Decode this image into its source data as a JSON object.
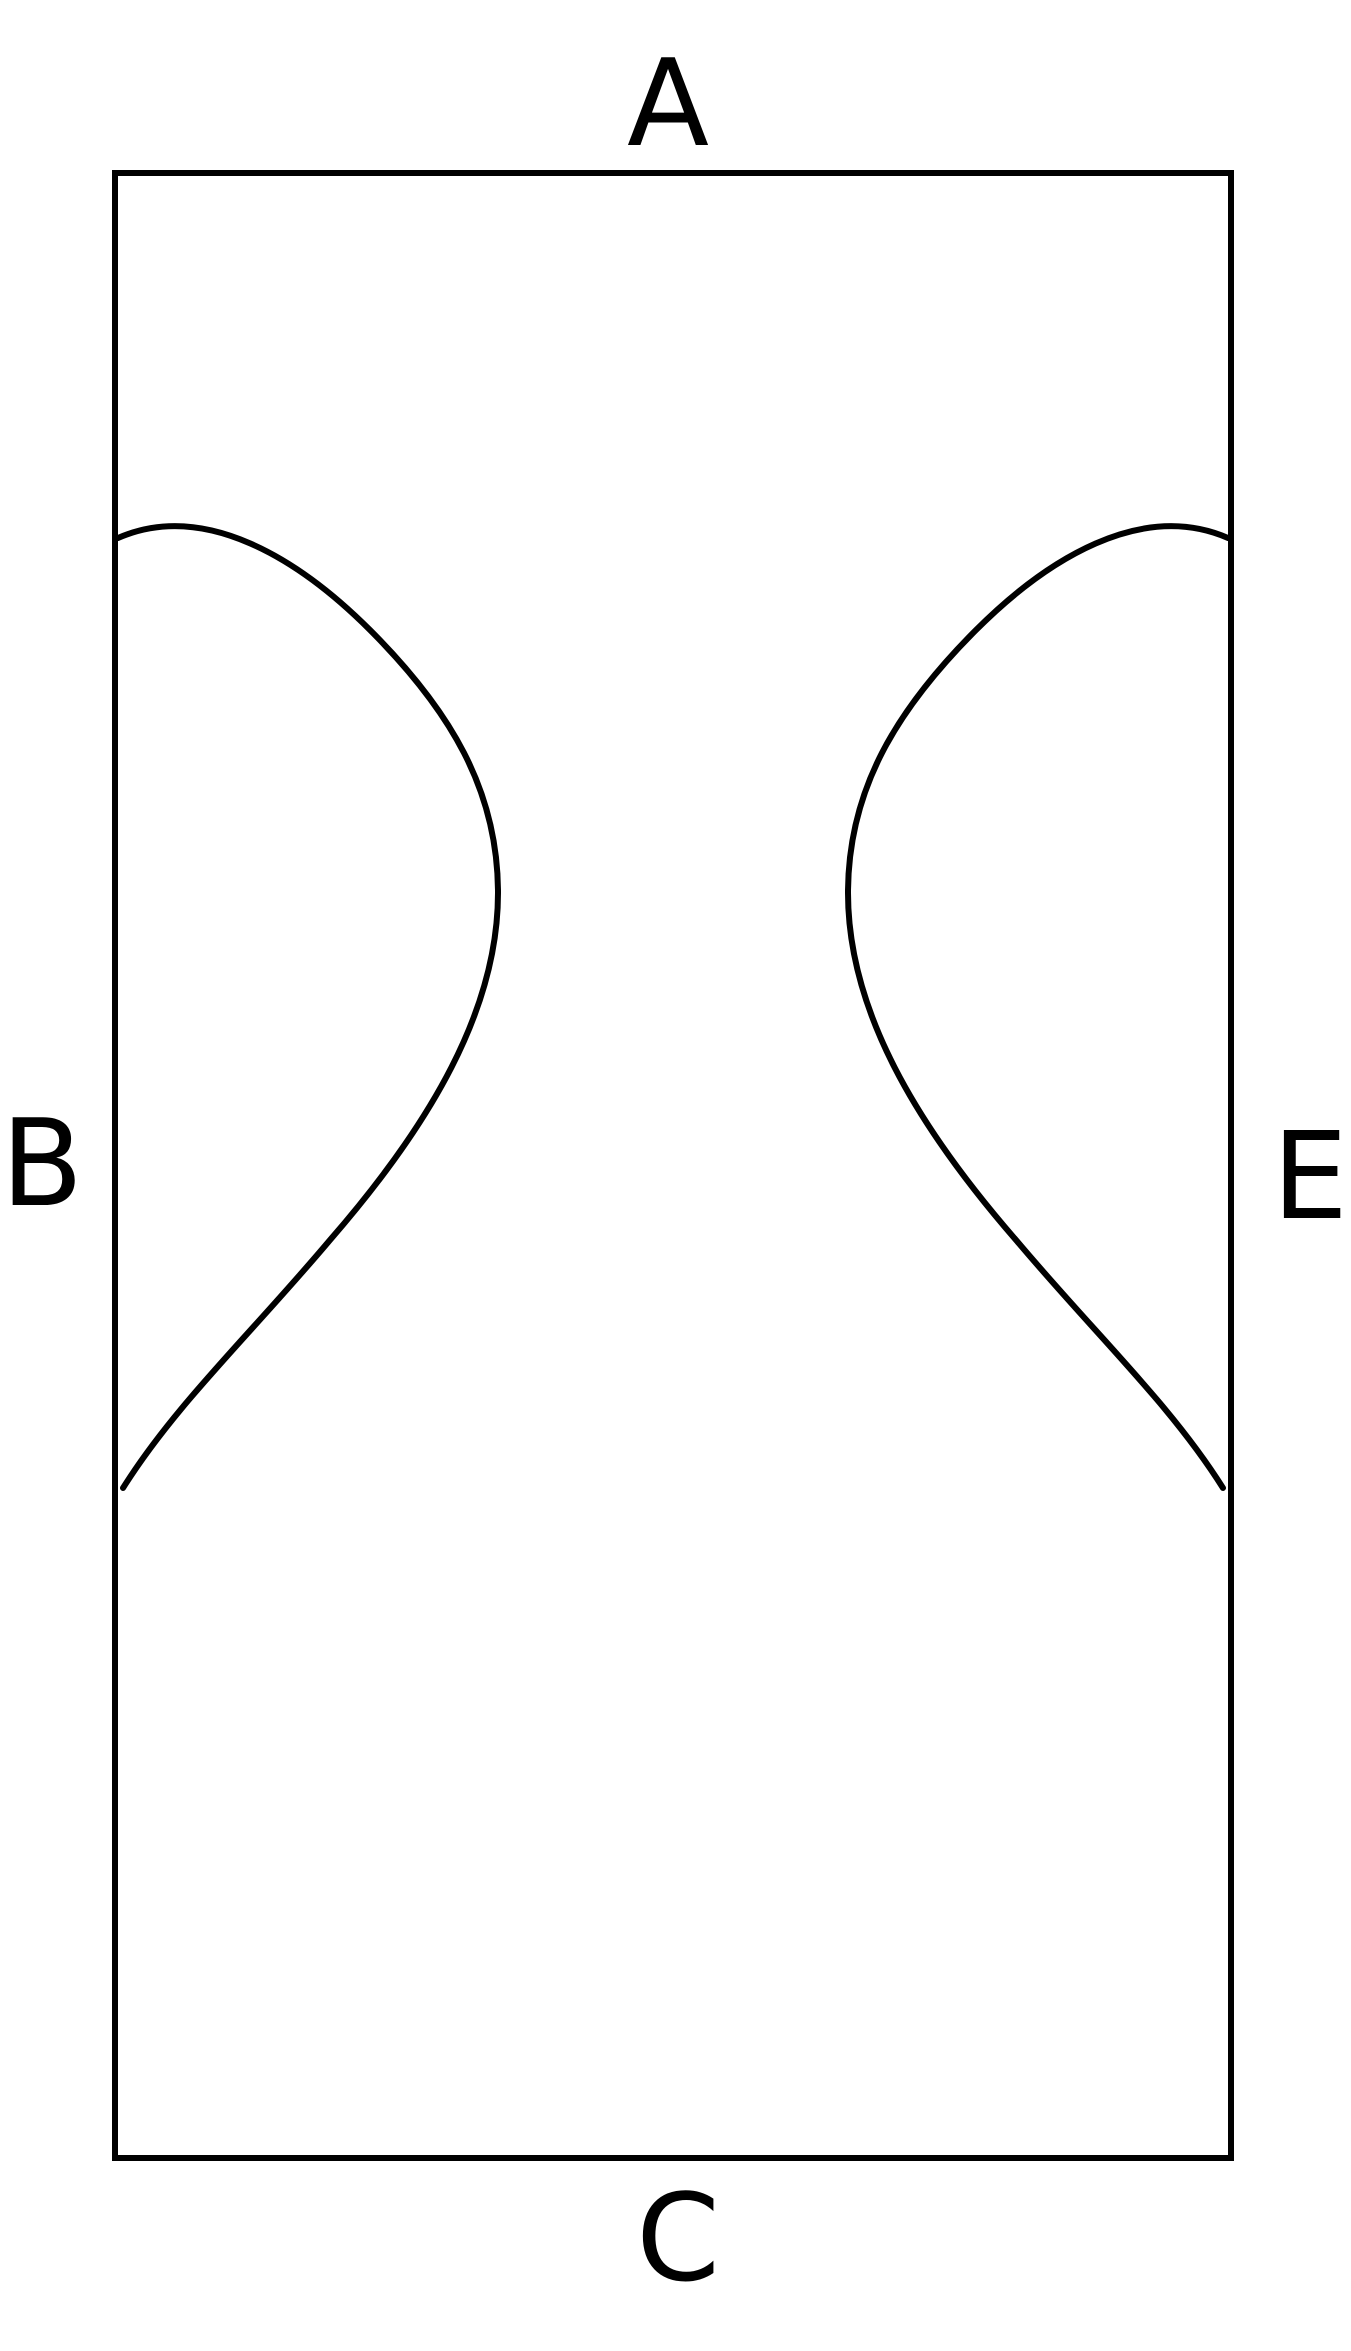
{
  "labels": {
    "top": "A",
    "left": "B",
    "bottom": "C",
    "right": "E"
  },
  "colors": {
    "stroke": "#000000",
    "background": "#ffffff"
  }
}
